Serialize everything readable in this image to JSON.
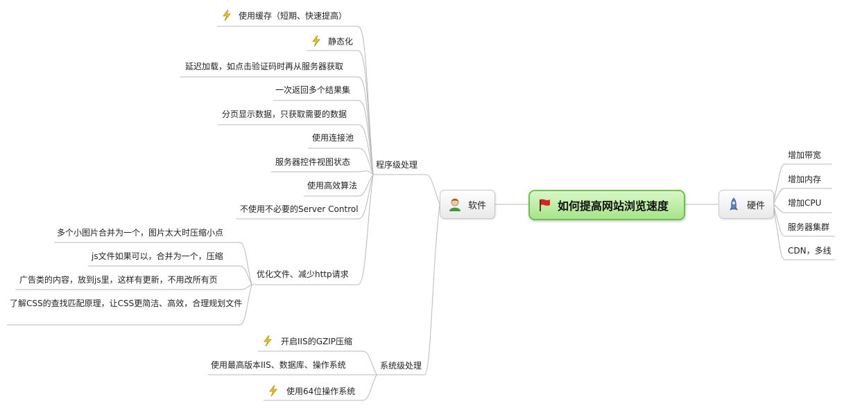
{
  "root": {
    "label": "如何提高网站浏览速度",
    "icon": "red-flag-icon",
    "border_color": "#6cc04a",
    "fill_color": "#a6e48a"
  },
  "software": {
    "label": "软件",
    "icon": "person-avatar-icon",
    "program": {
      "label": "程序级处理",
      "items": [
        {
          "text": "使用缓存（短期、快速提高）",
          "icon": "lightning-icon"
        },
        {
          "text": "静态化",
          "icon": "lightning-icon"
        },
        {
          "text": "延迟加载，如点击验证码时再从服务器获取"
        },
        {
          "text": "一次返回多个结果集"
        },
        {
          "text": "分页显示数据，只获取需要的数据"
        },
        {
          "text": "使用连接池"
        },
        {
          "text": "服务器控件视图状态"
        },
        {
          "text": "使用高效算法"
        },
        {
          "text": "不使用不必要的Server Control"
        }
      ],
      "optimize": {
        "label": "优化文件、减少http请求",
        "items": [
          {
            "text": "多个小图片合并为一个，图片太大时压缩小点"
          },
          {
            "text": "js文件如果可以，合并为一个，压缩"
          },
          {
            "text": "广告类的内容，放到js里，这样有更新，不用改所有页"
          },
          {
            "text": "了解CSS的查找匹配原理，让CSS更简洁、高效，合理规划文件"
          }
        ]
      }
    },
    "system": {
      "label": "系统级处理",
      "items": [
        {
          "text": "开启IIS的GZIP压缩",
          "icon": "lightning-icon"
        },
        {
          "text": "使用最高版本IIS、数据库、操作系统"
        },
        {
          "text": "使用64位操作系统",
          "icon": "lightning-icon"
        }
      ]
    }
  },
  "hardware": {
    "label": "硬件",
    "icon": "rocket-icon",
    "items": [
      {
        "text": "增加带宽"
      },
      {
        "text": "增加内存"
      },
      {
        "text": "增加CPU"
      },
      {
        "text": "服务器集群"
      },
      {
        "text": "CDN，多线"
      }
    ]
  }
}
